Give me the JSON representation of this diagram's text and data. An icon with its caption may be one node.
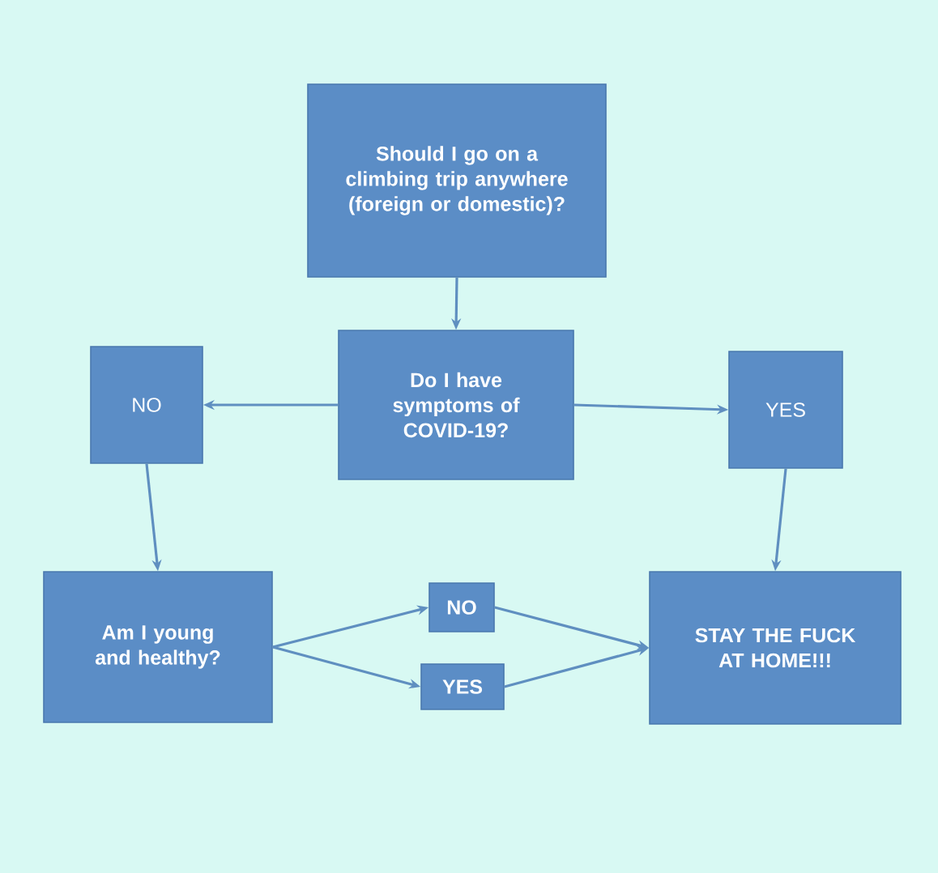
{
  "diagram": {
    "nodes": [
      {
        "text": [
          "Should I go on a climbing trip anywhere (foreign or domestic)?"
        ]
      },
      {
        "text": [
          "Do I have symptoms of COVID-19?"
        ]
      },
      {
        "text": [
          "NO"
        ]
      },
      {
        "text": [
          "YES"
        ]
      },
      {
        "text": [
          "Am I young and healthy?"
        ]
      },
      {
        "text": [
          "NO"
        ]
      },
      {
        "text": [
          "YES"
        ]
      },
      {
        "text": [
          "STAY THE FUCK AT HOME!!!"
        ]
      }
    ],
    "edges": [
      {
        "from": 0,
        "to": 1,
        "arrow": "to"
      },
      {
        "from": 1,
        "to": 2,
        "arrow": "to"
      },
      {
        "from": 1,
        "to": 3,
        "arrow": "to"
      },
      {
        "from": 2,
        "to": 4,
        "arrow": "to"
      },
      {
        "from": 3,
        "to": 7,
        "arrow": "to"
      },
      {
        "from": 4,
        "to": 5,
        "arrow": "to"
      },
      {
        "from": 4,
        "to": 6,
        "arrow": "to"
      },
      {
        "from": 5,
        "to": 7,
        "arrow": "to"
      },
      {
        "from": 6,
        "to": 7,
        "arrow": "to"
      }
    ]
  }
}
